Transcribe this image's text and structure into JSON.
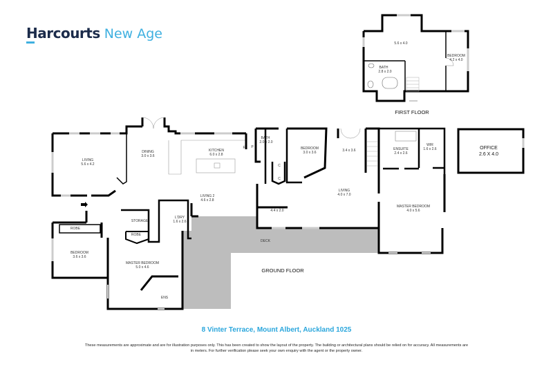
{
  "brand": {
    "name": "Harcourts",
    "sub": "New Age",
    "primary_color": "#1b2b4a",
    "accent_color": "#3fb0e0"
  },
  "first_floor": {
    "title": "FIRST FLOOR",
    "rooms": [
      {
        "name": "",
        "size": "5.6 x 4.0"
      },
      {
        "name": "BEDROOM",
        "size": "4.2 x 4.0"
      },
      {
        "name": "BATH",
        "size": "2.8 x 2.0"
      }
    ]
  },
  "office": {
    "name": "OFFICE",
    "size": "2.6 X 4.0"
  },
  "ground_floor": {
    "title": "GROUND FLOOR",
    "rooms": [
      {
        "name": "LIVING",
        "size": "5.6 x 4.2"
      },
      {
        "name": "DINING",
        "size": "3.0 x 3.6"
      },
      {
        "name": "KITCHEN",
        "size": "6.0 x 2.8"
      },
      {
        "name": "BATH",
        "size": "2.0 x 2.0"
      },
      {
        "name": "BEDROOM",
        "size": "3.0 x 3.6"
      },
      {
        "name": "",
        "size": "3.4 x 3.6"
      },
      {
        "name": "ENSUITE",
        "size": "2.4 x 2.6"
      },
      {
        "name": "WIR",
        "size": "1.6 x 2.6"
      },
      {
        "name": "LIVING 2",
        "size": "4.6 x 2.8"
      },
      {
        "name": "",
        "size": "4.4 x 2.0"
      },
      {
        "name": "LIVING",
        "size": "4.0 x 7.0"
      },
      {
        "name": "MASTER BEDROOM",
        "size": "4.0 x 5.6"
      },
      {
        "name": "STORAGE",
        "size": ""
      },
      {
        "name": "L'DRY",
        "size": "1.6 x 2.6"
      },
      {
        "name": "ROBE",
        "size": ""
      },
      {
        "name": "ROBE",
        "size": ""
      },
      {
        "name": "BEDROOM",
        "size": "3.6 x 3.6"
      },
      {
        "name": "MASTER BEDROOM",
        "size": "5.0 x 4.6"
      },
      {
        "name": "ENS",
        "size": ""
      },
      {
        "name": "DECK",
        "size": ""
      }
    ],
    "small_labels": {
      "pantry": "P",
      "fridge": "F",
      "cupboard_1": "C",
      "cupboard_2": "C"
    }
  },
  "address": "8 Vinter Terrace, Mount Albert, Auckland 1025",
  "disclaimer": "These measurements are approximate and are for illustration purposes only. This has been created to show the layout of the property. The building or architectural plans should be relied on for accuracy. All measurements are in meters. For further verification please seek your own enquiry with the agent or the property owner."
}
